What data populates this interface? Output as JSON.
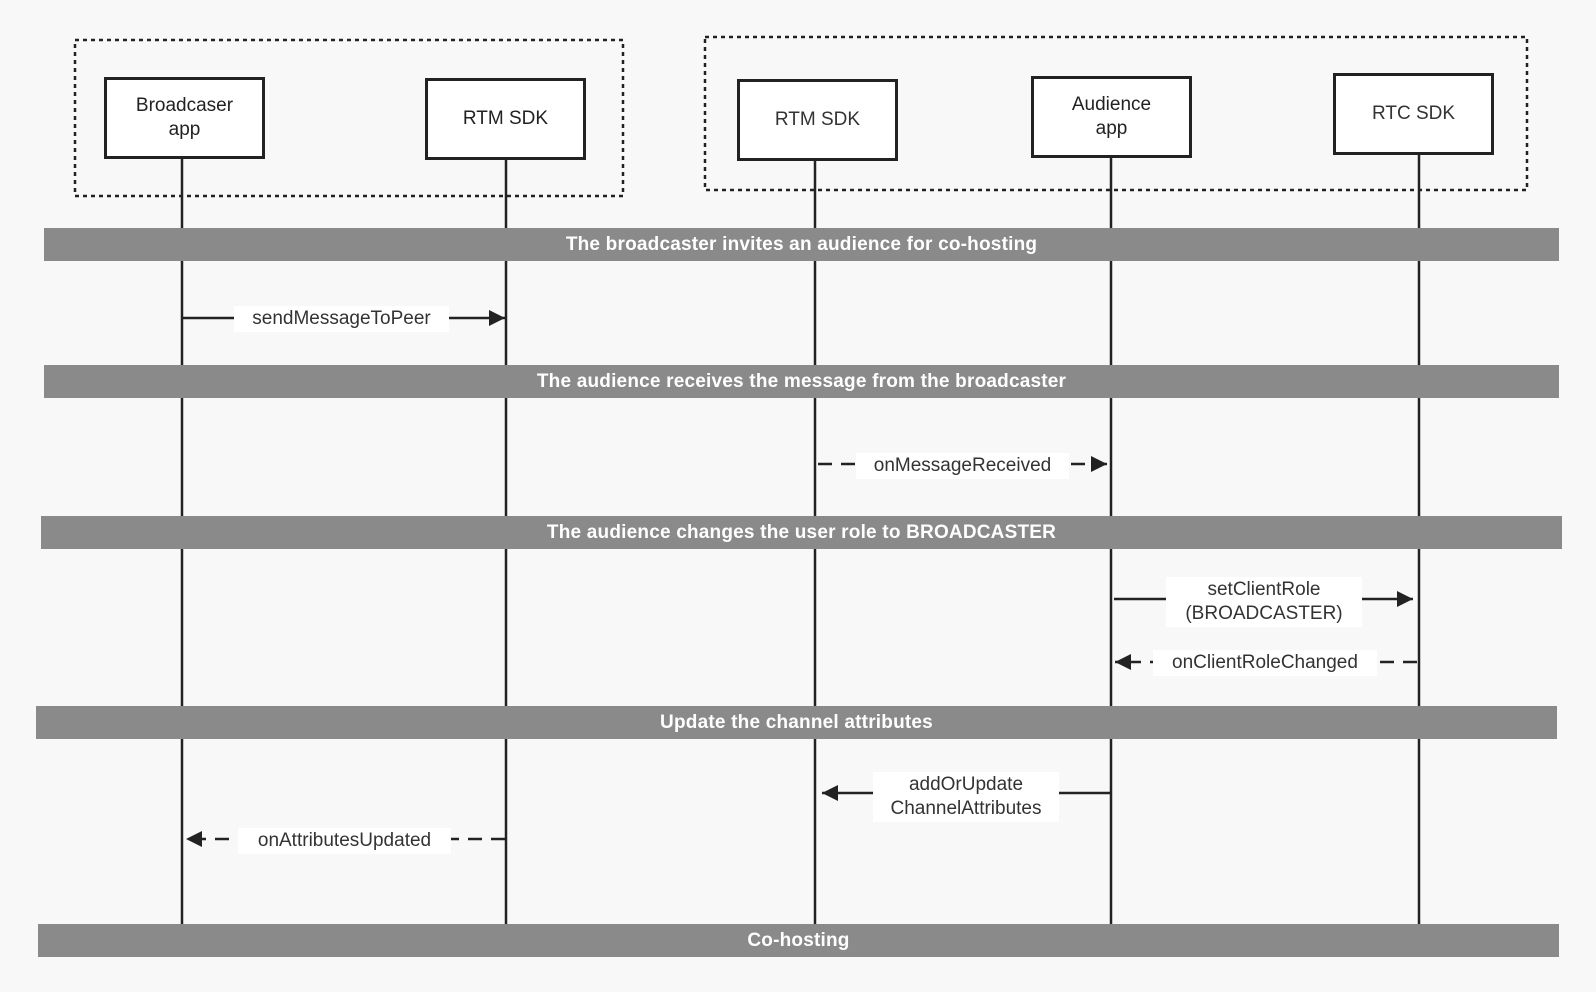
{
  "actors": {
    "broadcaster_app": {
      "label": "Broadcaser\napp"
    },
    "broadcaster_rtm": {
      "label": "RTM SDK"
    },
    "audience_rtm": {
      "label": "RTM SDK"
    },
    "audience_app": {
      "label": "Audience\napp"
    },
    "audience_rtc": {
      "label": "RTC SDK"
    }
  },
  "phases": {
    "invite": "The broadcaster invites an audience for co-hosting",
    "receive": "The audience receives the message from the broadcaster",
    "change_role": "The audience changes the user role to BROADCASTER",
    "update_attrs": "Update the channel attributes",
    "cohosting": "Co-hosting"
  },
  "messages": {
    "send_message": "sendMessageToPeer",
    "message_received": "onMessageReceived",
    "set_client_role": "setClientRole\n(BROADCASTER)",
    "client_role_changed": "onClientRoleChanged",
    "add_or_update": "addOrUpdate\nChannelAttributes",
    "attributes_updated": "onAttributesUpdated"
  },
  "colors": {
    "banner": "#8a8a8a",
    "line": "#222222",
    "background": "#f8f8f8"
  }
}
